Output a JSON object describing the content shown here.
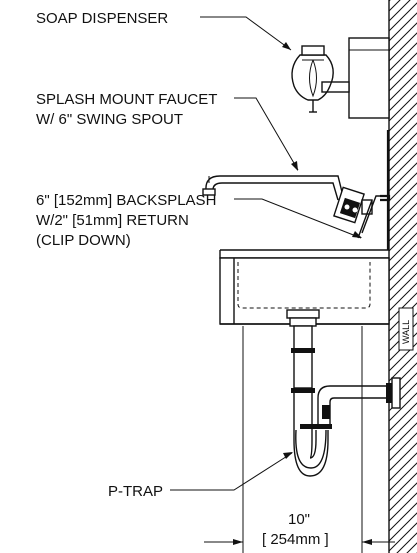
{
  "labels": {
    "soap_dispenser": "SOAP DISPENSER",
    "faucet_line1": "SPLASH MOUNT FAUCET",
    "faucet_line2": "W/ 6\" SWING SPOUT",
    "backsplash_line1": "6\" [152mm] BACKSPLASH",
    "backsplash_line2": "W/2\" [51mm] RETURN",
    "backsplash_line3": "(CLIP DOWN)",
    "p_trap": "P-TRAP",
    "wall": "WALL"
  },
  "dimension": {
    "imperial": "10\"",
    "metric": "[ 254mm ]"
  }
}
